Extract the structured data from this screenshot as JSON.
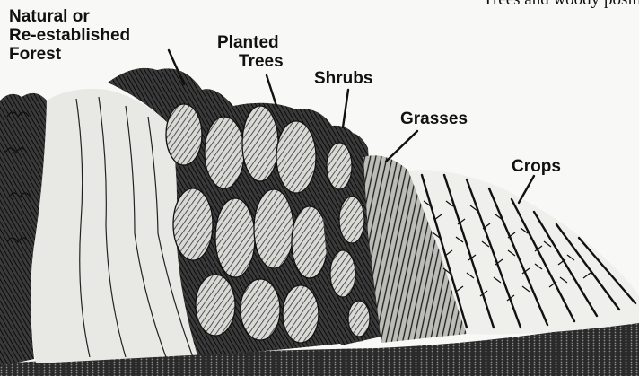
{
  "corner_text": {
    "line1": "Trees and woody",
    "line2": "positioned to pro"
  },
  "labels": {
    "forest": [
      "Natural or",
      "Re-established",
      "Forest"
    ],
    "planted_trees": [
      "Planted",
      "Trees"
    ],
    "shrubs": "Shrubs",
    "grasses": "Grasses",
    "crops": "Crops"
  },
  "colors": {
    "ink": "#111111",
    "paper": "#f8f8f6"
  }
}
